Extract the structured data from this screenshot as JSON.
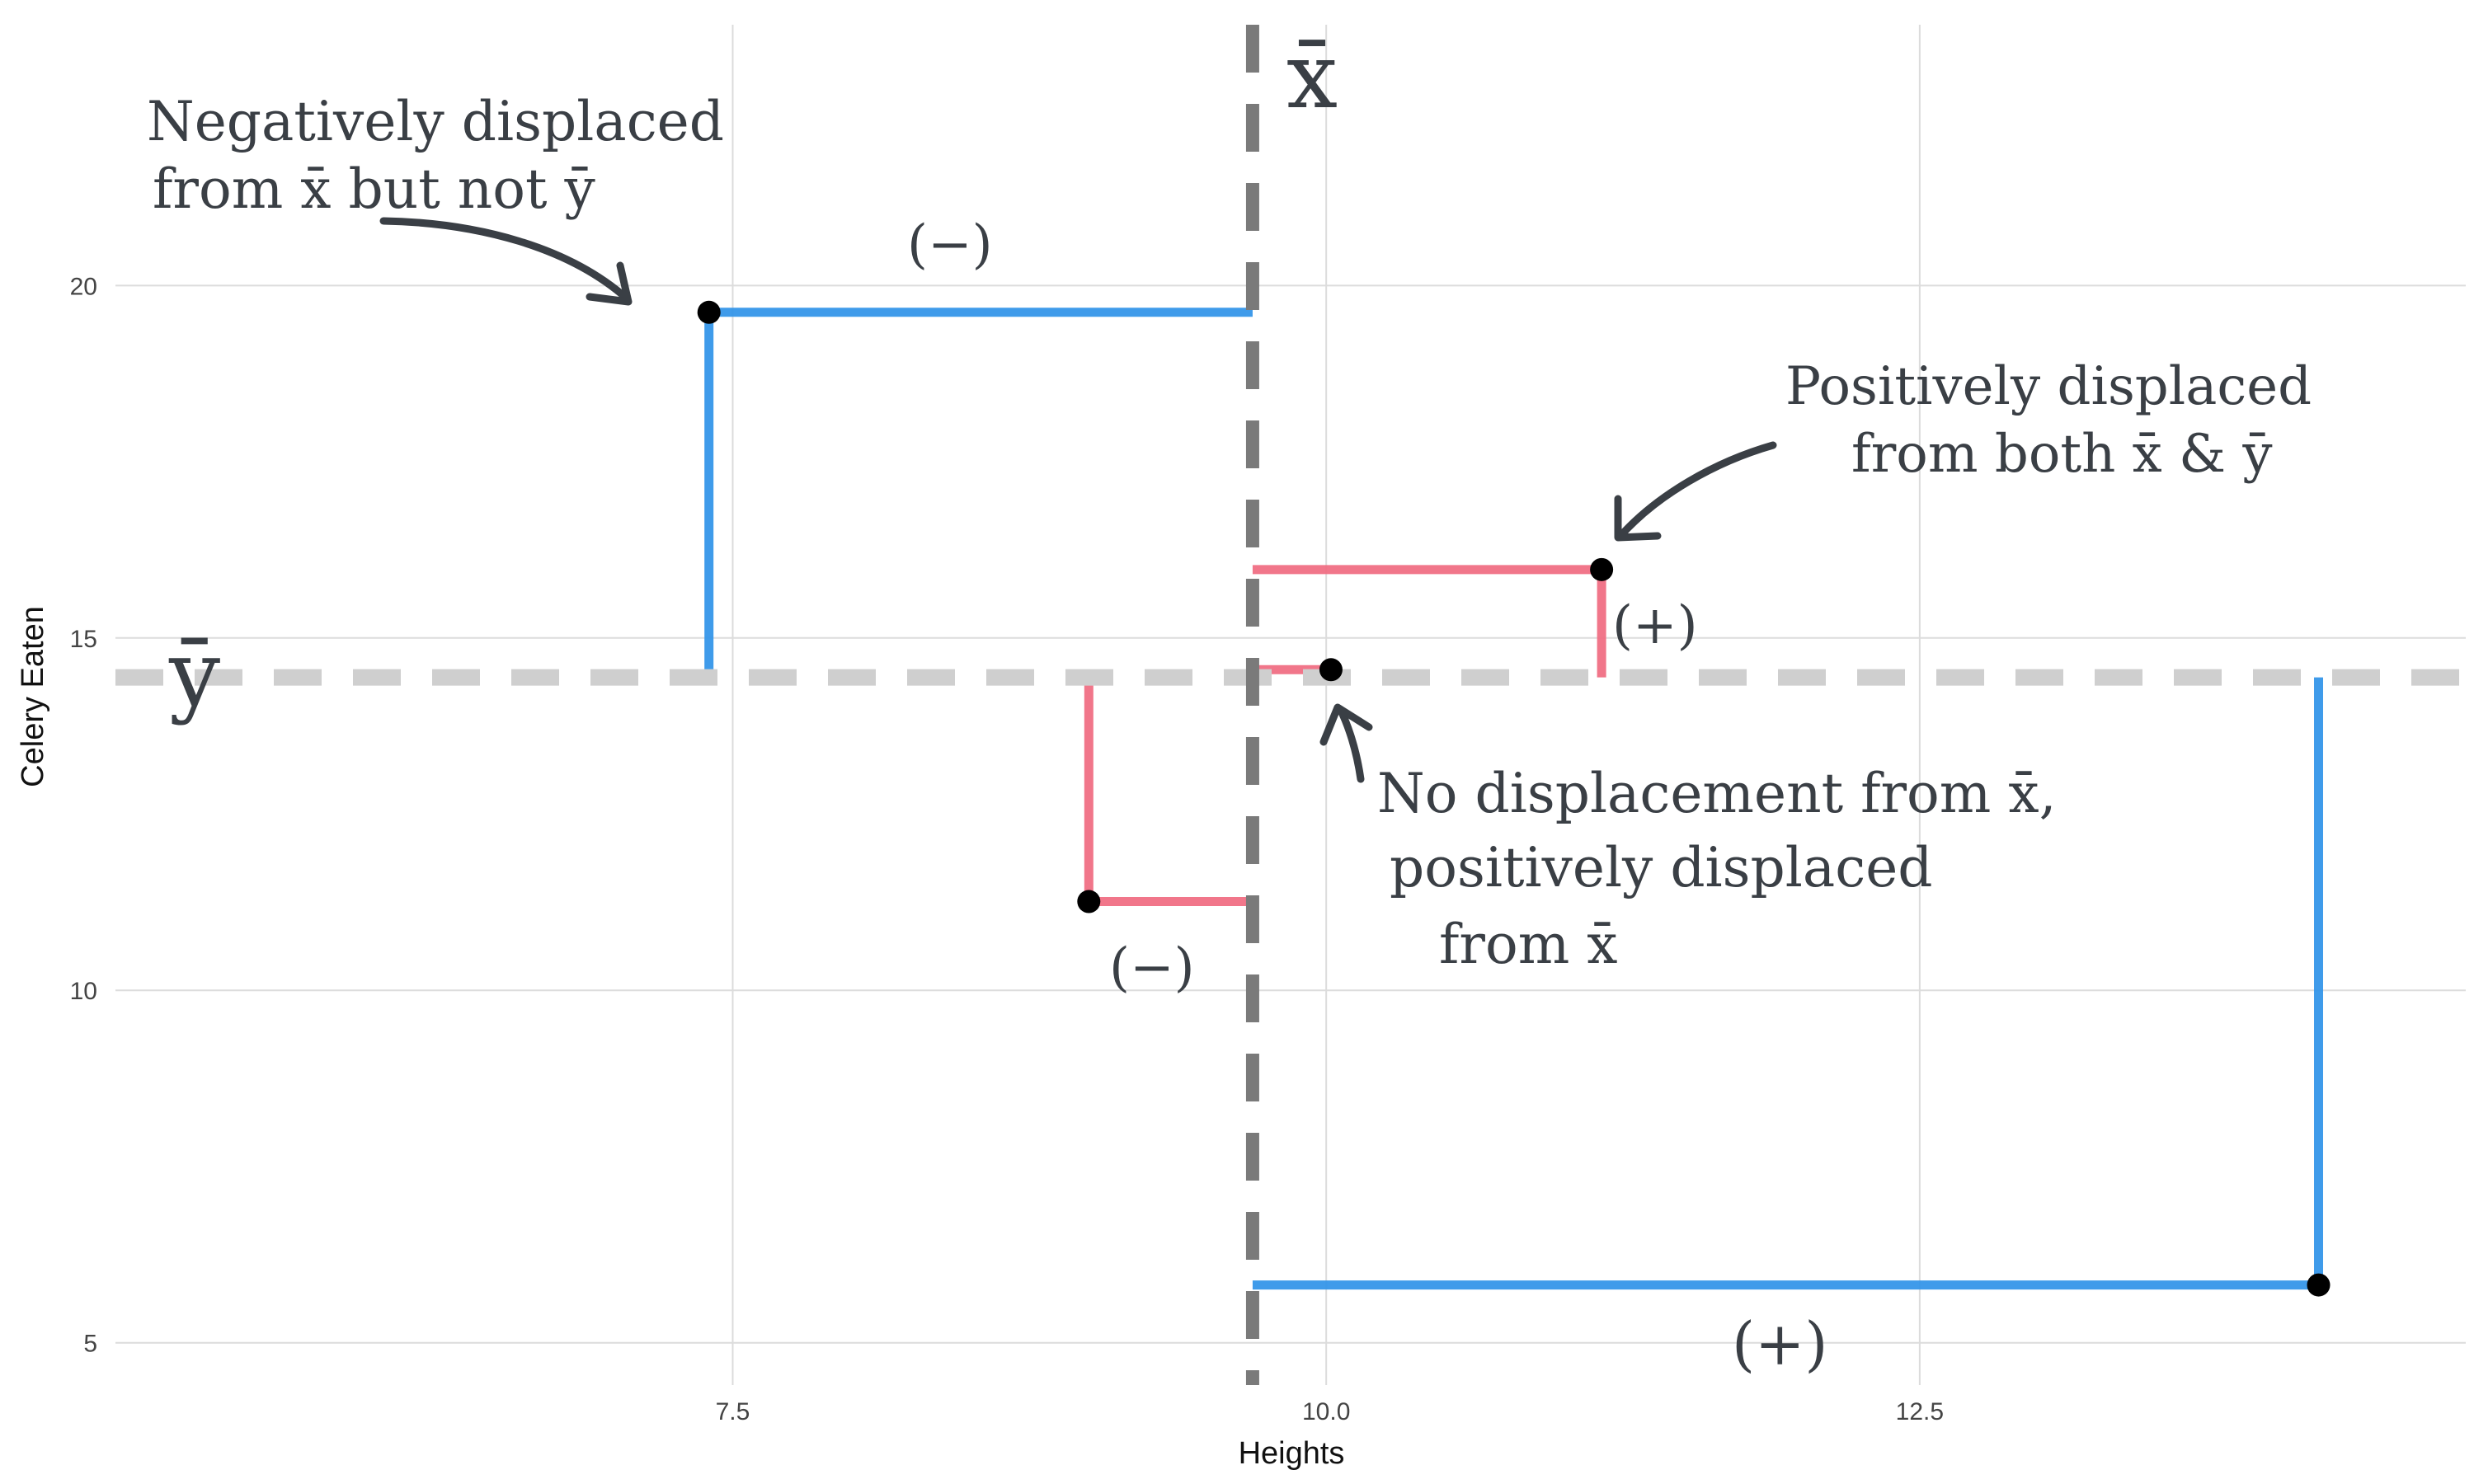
{
  "chart_data": {
    "type": "scatter",
    "xlabel": "Heights",
    "ylabel": "Celery  Eaten",
    "xlim": [
      4.9,
      14.8
    ],
    "ylim": [
      4.4,
      23.7
    ],
    "x_ticks": [
      {
        "value": 7.5,
        "label": "7.5"
      },
      {
        "value": 10.0,
        "label": "10.0"
      },
      {
        "value": 12.5,
        "label": "12.5"
      }
    ],
    "y_ticks": [
      {
        "value": 5,
        "label": "5"
      },
      {
        "value": 10,
        "label": "10"
      },
      {
        "value": 15,
        "label": "15"
      },
      {
        "value": 20,
        "label": "20"
      }
    ],
    "grid": true,
    "x_mean": 9.69,
    "y_mean": 14.44,
    "x_mean_label": "x̄",
    "y_mean_label": "ȳ",
    "points": [
      {
        "x": 7.4,
        "y": 19.62,
        "x_dev": "negative",
        "y_dev": "positive"
      },
      {
        "x": 9.0,
        "y": 11.26,
        "x_dev": "negative",
        "y_dev": "negative"
      },
      {
        "x": 10.02,
        "y": 14.55,
        "x_dev": "positive",
        "y_dev": "positive"
      },
      {
        "x": 11.16,
        "y": 15.97,
        "x_dev": "positive",
        "y_dev": "positive"
      },
      {
        "x": 14.18,
        "y": 5.82,
        "x_dev": "positive",
        "y_dev": "negative"
      }
    ],
    "colors": {
      "positive_product": "#f06a80",
      "negative_product": "#2f93e8",
      "x_mean_line": "#7a7a7a",
      "y_mean_line": "#cfcfcf",
      "points": "#000000"
    },
    "sign_labels": [
      {
        "text": "(−)",
        "color": "#2f93e8"
      },
      {
        "text": "(+)",
        "color": "#f06a80"
      },
      {
        "text": "(−)",
        "color": "#2f93e8"
      },
      {
        "text": "(+)",
        "color": "#f06a80"
      }
    ],
    "annotations": [
      {
        "lines": [
          "Negatively displaced",
          "from x̄     but not ȳ"
        ]
      },
      {
        "lines": [
          "Positively displaced",
          "from   both x̄ & ȳ"
        ]
      },
      {
        "lines": [
          "No displacement from x̄,",
          "positively displaced",
          "from x̄"
        ]
      }
    ]
  }
}
